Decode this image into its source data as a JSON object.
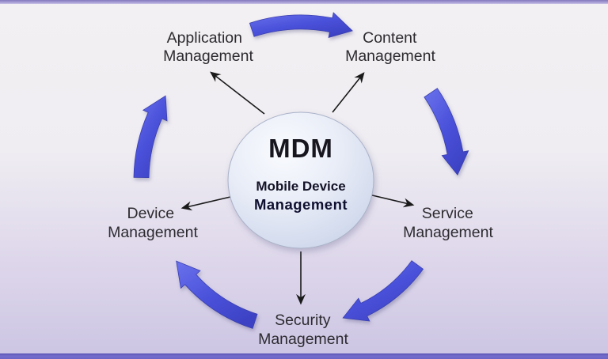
{
  "diagram": {
    "center": {
      "abbr": "MDM",
      "name_line1": "Mobile Device",
      "name_line2": "Management"
    },
    "nodes": [
      {
        "id": "application-management",
        "line1": "Application",
        "line2": "Management"
      },
      {
        "id": "content-management",
        "line1": "Content",
        "line2": "Management"
      },
      {
        "id": "service-management",
        "line1": "Service",
        "line2": "Management"
      },
      {
        "id": "security-management",
        "line1": "Security",
        "line2": "Management"
      },
      {
        "id": "device-management",
        "line1": "Device",
        "line2": "Management"
      }
    ],
    "cycle": [
      {
        "from": "Application Management",
        "to": "Content Management"
      },
      {
        "from": "Content Management",
        "to": "Service Management"
      },
      {
        "from": "Service Management",
        "to": "Security Management"
      },
      {
        "from": "Security Management",
        "to": "Device Management"
      },
      {
        "from": "Device Management",
        "to": "Application Management"
      }
    ],
    "colors": {
      "cycle_arrow": "#4a51da",
      "cycle_arrow_dark": "#3a3fae",
      "spoke_arrow": "#1a1a1a",
      "label_text": "#2e2b30",
      "center_text": "#17161f",
      "circle_fill_center": "#f9fbfe",
      "circle_fill_edge": "#c9d3e9",
      "background_top": "#f3f0f3",
      "background_bottom": "#ccc5e3",
      "frame_top": "#8379bd",
      "frame_bottom": "#5a53b4"
    }
  }
}
